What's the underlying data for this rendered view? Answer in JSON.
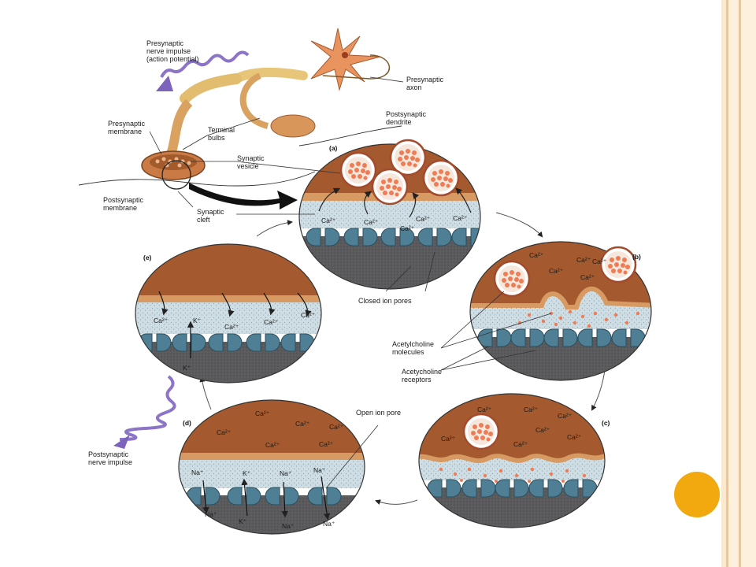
{
  "slide": {
    "accent_color": "#f1a90f",
    "border_color": "#fbe9cf"
  },
  "labels": {
    "presynaptic_impulse": [
      "Presynaptic",
      "nerve impulse",
      "(action potential)"
    ],
    "presynaptic_axon": [
      "Presynaptic",
      "axon"
    ],
    "postsynaptic_dendrite": [
      "Postsynaptic",
      "dendrite"
    ],
    "presynaptic_membrane": [
      "Presynaptic",
      "membrane"
    ],
    "terminal_bulbs": [
      "Terminal",
      "bulbs"
    ],
    "synaptic_vesicle": [
      "Synaptic",
      "vesicle"
    ],
    "postsynaptic_membrane": [
      "Postsynaptic",
      "membrane"
    ],
    "synaptic_cleft": [
      "Synaptic",
      "cleft"
    ],
    "closed_ion_pores": "Closed ion pores",
    "acetylcholine_molecules": [
      "Acetylcholine",
      "molecules"
    ],
    "acetycholine_receptors": [
      "Acetycholine",
      "receptors"
    ],
    "open_ion_pore": "Open ion pore",
    "postsynaptic_impulse": [
      "Postsynaptic",
      "nerve impulse"
    ]
  },
  "panels": [
    {
      "letter": "(a)",
      "ions": [
        "Ca²⁺",
        "Ca²⁺",
        "Ca²⁺",
        "Ca²⁺",
        "Ca²⁺"
      ]
    },
    {
      "letter": "(b)",
      "ions": [
        "Ca²⁺",
        "Ca²⁺",
        "Ca²⁺",
        "Ca²⁺",
        "Ca²⁺"
      ]
    },
    {
      "letter": "(c)",
      "ions": [
        "Ca²⁺",
        "Ca²⁺",
        "Ca²⁺",
        "Ca²⁺",
        "Ca²⁺",
        "Ca²⁺",
        "Ca²⁺"
      ]
    },
    {
      "letter": "(d)",
      "ions": [
        "Ca²⁺",
        "Ca²⁺",
        "Ca²⁺",
        "Ca²⁺",
        "Ca²⁺",
        "Ca²⁺"
      ],
      "membrane_ions": [
        "Na⁺",
        "K⁺",
        "Na⁺",
        "Na⁺",
        "Na⁺",
        "K⁺",
        "Na⁺",
        "Na⁺"
      ]
    },
    {
      "letter": "(e)",
      "ions": [
        "Ca²⁺",
        "Ca²⁺",
        "Ca²⁺",
        "Ca²⁺"
      ],
      "membrane_ions": [
        "K⁺",
        "K⁺"
      ]
    }
  ]
}
